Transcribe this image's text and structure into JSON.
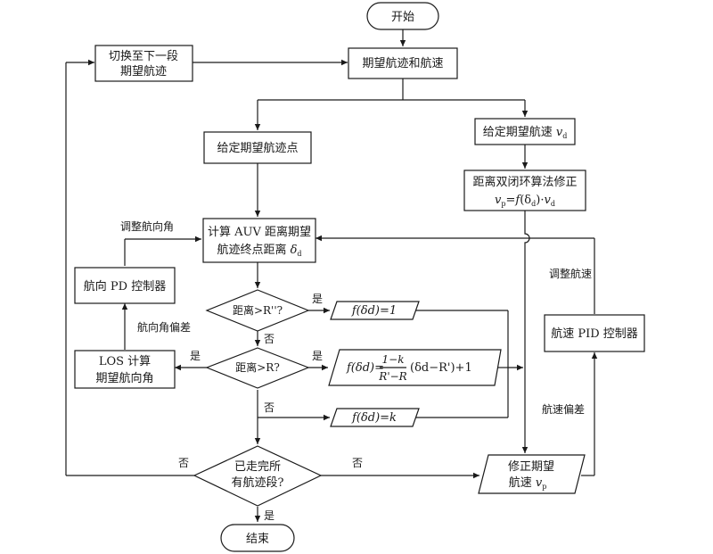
{
  "nodes": {
    "start": "开始",
    "expected": "期望航迹和航速",
    "switch_l1": "切换至下一段",
    "switch_l2": "期望航迹",
    "give_points": "给定期望航迹点",
    "give_speed_prefix": "给定期望航速 ",
    "dist_l1": "距离双闭环算法修正",
    "compute_l1": "计算 AUV 距离期望",
    "compute_l2_prefix": "航迹终点距离 ",
    "pd": "航向 PD 控制器",
    "adjust_heading": "调整航向角",
    "heading_dev": "航向角偏差",
    "los_l1": "LOS 计算",
    "los_l2": "期望航向角",
    "diamond1": "距离>R''?",
    "diamond2": "距离>R?",
    "f1": "f(δd)=1",
    "f3": "f(δd)=k",
    "f2_left": "f(δd)=",
    "f2_num": "1−k",
    "f2_den": "R'−R",
    "f2_right": "(δd−R')+1",
    "pid": "航速 PID 控制器",
    "adjust_speed": "调整航速",
    "speed_dev": "航速偏差",
    "done_l1": "已走完所",
    "done_l2": "有航迹段?",
    "correct_l1": "修正期望",
    "correct_l2": "航速 ",
    "end": "结束",
    "yes": "是",
    "no": "否"
  }
}
